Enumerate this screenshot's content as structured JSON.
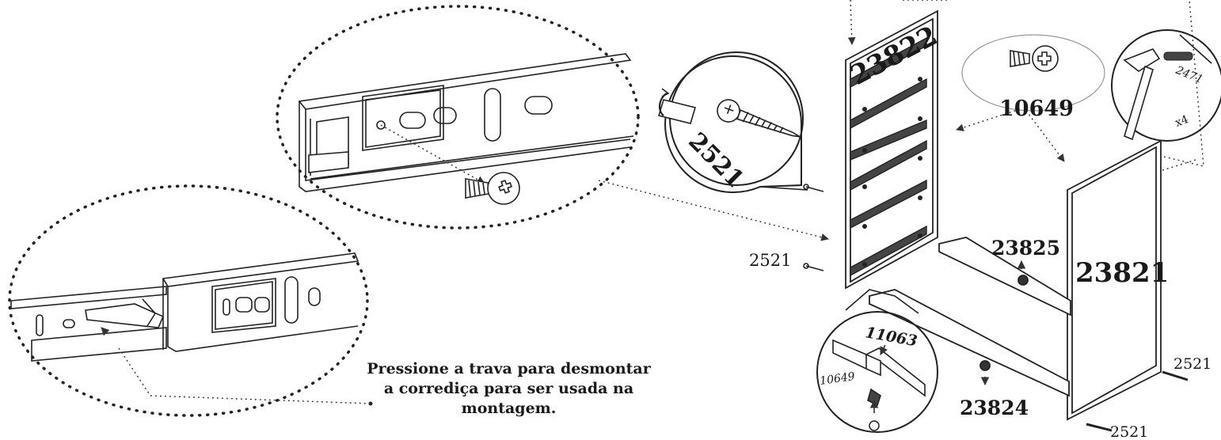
{
  "instruction": {
    "lines": [
      "Pressione a trava para desmontar",
      "a corrediça para ser usada na",
      "montagem."
    ]
  },
  "parts": {
    "side_panel_left": "23822",
    "side_panel_right": "23821",
    "front_rail": "23825",
    "back_rail": "23824",
    "screw_large": "2521",
    "screw_small": "10649",
    "dowel": "2471",
    "slide": "11063"
  },
  "callouts": {
    "screw_2521_zoom": "2521",
    "screw_10649_zoom": "10649",
    "dowel_zoom": "2471",
    "dowel_qty": "x4",
    "slide_zoom": "11063",
    "slide_screw_zoom": "10649",
    "screw_left_side": "2521",
    "screw_right_top": "2521",
    "screw_right_bottom": "2521"
  }
}
